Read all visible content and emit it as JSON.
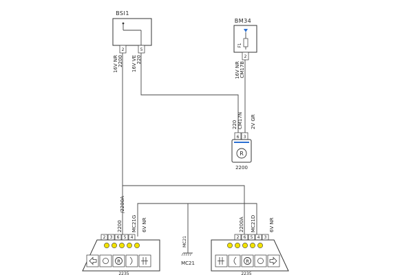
{
  "components": {
    "bsi1": {
      "name": "BSI1",
      "pins": [
        "2",
        "5"
      ],
      "wire_left": [
        "16V NR",
        "2200"
      ],
      "wire_right": [
        "16V VE",
        "220"
      ]
    },
    "bm34": {
      "name": "BM34",
      "fuse": "F1",
      "pins": [
        "2"
      ],
      "wire": [
        "16V NR",
        "CM17B"
      ]
    },
    "switch_2200": {
      "name": "2200",
      "pins": [
        "6",
        "3"
      ],
      "wire_left": [
        "220",
        "CM17N"
      ],
      "wire_right": [
        "2V GR"
      ]
    },
    "ground": {
      "name": "MC21",
      "wire_label": "MC21"
    },
    "lamp_left": {
      "wire_labels": [
        "/2200A",
        "2200",
        "MC21G",
        "6V NR"
      ],
      "pins": [
        "2",
        "3",
        "6",
        "5",
        "4"
      ],
      "bottom_label": "2235"
    },
    "lamp_right": {
      "wire_labels": [
        "2200A",
        "MC21D",
        "6V NR"
      ],
      "pins": [
        "2",
        "6",
        "5",
        "4",
        "3"
      ],
      "bottom_label": "2235"
    }
  },
  "colors": {
    "line": "#444444",
    "lamp_fill": "#f2e200",
    "switch_accent": "#2a6fd1"
  },
  "icons": {
    "lamp_left": [
      "arrow-left-icon",
      "sidelight-icon",
      "reverse-light-icon",
      "headlight-icon",
      "fog-light-icon"
    ],
    "lamp_right": [
      "fog-light-icon",
      "headlight-icon",
      "reverse-light-icon",
      "sidelight-icon",
      "arrow-right-icon"
    ],
    "switch": "reverse-switch-icon"
  }
}
